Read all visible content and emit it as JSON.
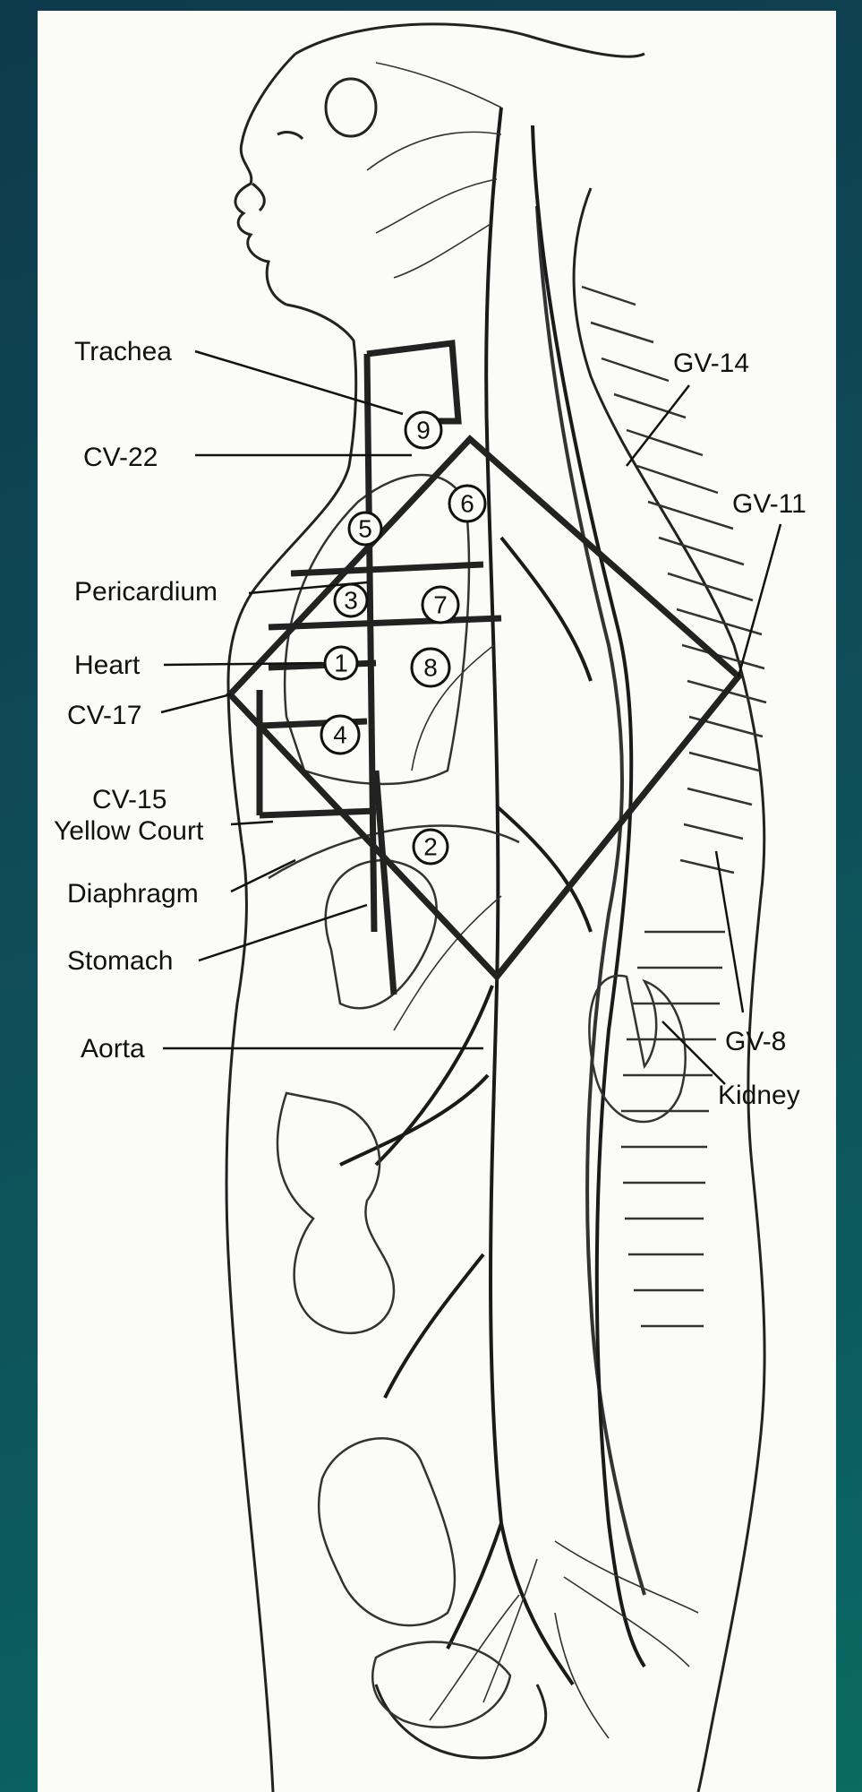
{
  "labels": {
    "trachea": "Trachea",
    "cv22": "CV-22",
    "pericardium": "Pericardium",
    "heart": "Heart",
    "cv17": "CV-17",
    "cv15": "CV-15",
    "yellow_court": "Yellow Court",
    "diaphragm": "Diaphragm",
    "stomach": "Stomach",
    "aorta": "Aorta",
    "gv14": "GV-14",
    "gv11": "GV-11",
    "gv8": "GV-8",
    "kidney": "Kidney"
  },
  "region_numbers": [
    "1",
    "2",
    "3",
    "4",
    "5",
    "6",
    "7",
    "8",
    "9"
  ],
  "colors": {
    "background": "#0f4a58",
    "paper": "#fbfbf8",
    "ink": "#111111"
  }
}
